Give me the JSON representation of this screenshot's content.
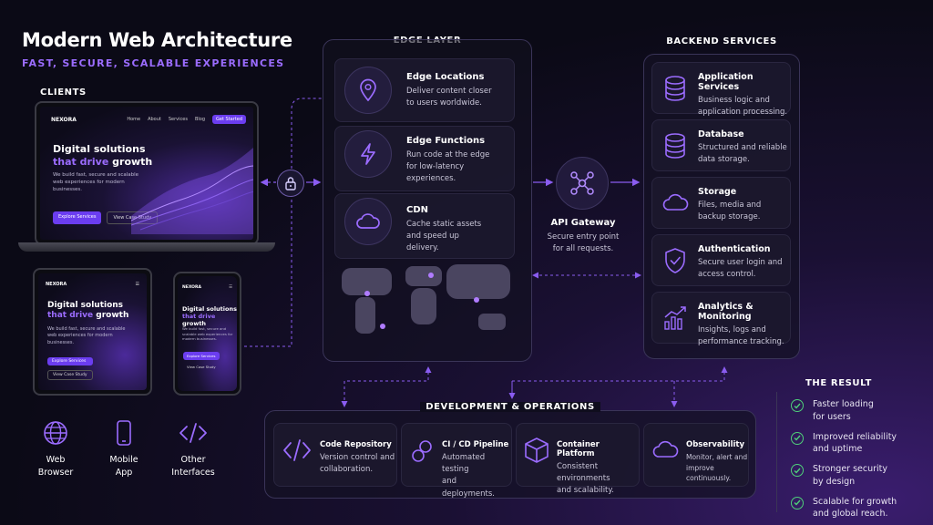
{
  "header": {
    "title": "Modern Web Architecture",
    "subtitle": "FAST, SECURE, SCALABLE EXPERIENCES"
  },
  "clients": {
    "heading": "CLIENTS",
    "laptop": {
      "brand": "NEXORA",
      "nav": [
        "Home",
        "About",
        "Services",
        "Blog"
      ],
      "cta": "Get Started",
      "headline_1": "Digital solutions",
      "headline_2a": "that drive",
      "headline_2b": "growth",
      "body": "We build fast, secure and scalable web experiences for modern businesses.",
      "primary": "Explore Services",
      "secondary": "View Case Study"
    },
    "tablet": {
      "brand": "NEXORA",
      "headline_1": "Digital solutions",
      "headline_2a": "that drive",
      "headline_2b": "growth",
      "body": "We build fast, secure and scalable web experiences for modern businesses.",
      "primary": "Explore Services",
      "secondary": "View Case Study"
    },
    "phone": {
      "brand": "NEXORA",
      "headline_1": "Digital solutions",
      "headline_2a": "that drive",
      "headline_2b": "growth",
      "body": "We build fast, secure and scalable web experiences for modern businesses.",
      "primary": "Explore Services",
      "secondary": "View Case Study"
    },
    "types": [
      {
        "label_1": "Web",
        "label_2": "Browser",
        "icon": "globe-icon"
      },
      {
        "label_1": "Mobile",
        "label_2": "App",
        "icon": "mobile-icon"
      },
      {
        "label_1": "Other",
        "label_2": "Interfaces",
        "icon": "code-icon"
      }
    ]
  },
  "edge": {
    "heading": "EDGE LAYER",
    "items": [
      {
        "title": "Edge Locations",
        "desc_1": "Deliver content closer",
        "desc_2": "to users worldwide.",
        "desc_3": "",
        "icon": "map-pin-icon"
      },
      {
        "title": "Edge Functions",
        "desc_1": "Run code at the edge",
        "desc_2": "for low-latency",
        "desc_3": "experiences.",
        "icon": "lightning-icon"
      },
      {
        "title": "CDN",
        "desc_1": "Cache static assets",
        "desc_2": "and speed up",
        "desc_3": "delivery.",
        "icon": "cloud-icon"
      }
    ]
  },
  "gateway": {
    "title": "API Gateway",
    "desc_1": "Secure entry point",
    "desc_2": "for all requests."
  },
  "backend": {
    "heading": "BACKEND SERVICES",
    "items": [
      {
        "title": "Application Services",
        "desc_1": "Business logic and",
        "desc_2": "application processing.",
        "icon": "database-icon"
      },
      {
        "title": "Database",
        "desc_1": "Structured and reliable",
        "desc_2": "data storage.",
        "icon": "database-icon"
      },
      {
        "title": "Storage",
        "desc_1": "Files, media and",
        "desc_2": "backup storage.",
        "icon": "cloud-icon"
      },
      {
        "title": "Authentication",
        "desc_1": "Secure user login and",
        "desc_2": "access control.",
        "icon": "shield-check-icon"
      },
      {
        "title": "Analytics & Monitoring",
        "desc_1": "Insights, logs and",
        "desc_2": "performance tracking.",
        "icon": "analytics-icon"
      }
    ]
  },
  "devops": {
    "heading": "DEVELOPMENT & OPERATIONS",
    "items": [
      {
        "title": "Code Repository",
        "desc_1": "Version control and",
        "desc_2": "collaboration.",
        "icon": "code-icon"
      },
      {
        "title": "CI / CD Pipeline",
        "desc_1": "Automated testing",
        "desc_2": "and deployments.",
        "icon": "pipeline-icon"
      },
      {
        "title": "Container Platform",
        "desc_1": "Consistent environments",
        "desc_2": "and scalability.",
        "icon": "container-icon"
      },
      {
        "title": "Observability",
        "desc_1": "Monitor, alert and",
        "desc_2": "improve continuously.",
        "icon": "cloud-icon"
      }
    ]
  },
  "result": {
    "heading": "THE RESULT",
    "items": [
      {
        "line_1": "Faster loading",
        "line_2": "for users"
      },
      {
        "line_1": "Improved reliability",
        "line_2": "and uptime"
      },
      {
        "line_1": "Stronger security",
        "line_2": "by design"
      },
      {
        "line_1": "Scalable for growth",
        "line_2": "and global reach."
      }
    ]
  },
  "colors": {
    "accent": "#9b6cff",
    "button": "#6b3df0",
    "check": "#4fd07a",
    "background": "#0b0a16"
  }
}
